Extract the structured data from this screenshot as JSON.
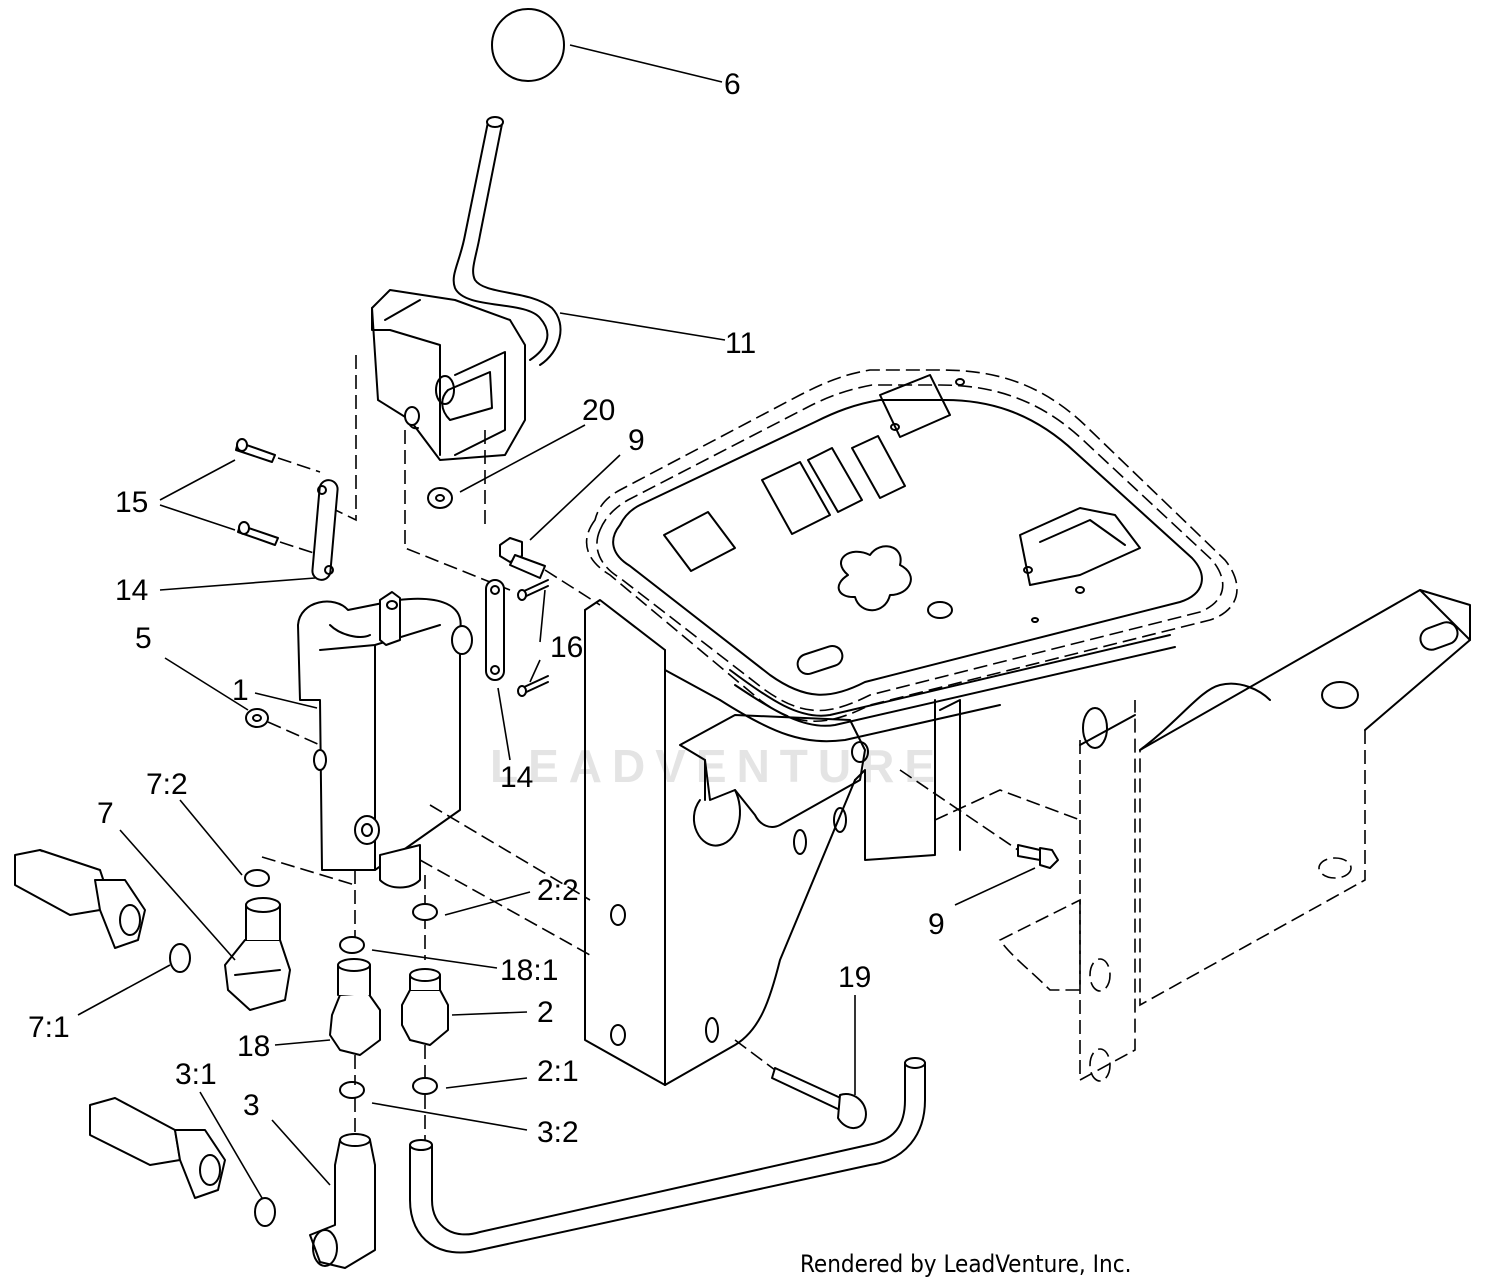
{
  "watermark": "LEADVENTURE",
  "footer": "Rendered by LeadVenture, Inc.",
  "callouts": {
    "c6": "6",
    "c11": "11",
    "c20": "20",
    "c9a": "9",
    "c9b": "9",
    "c15": "15",
    "c14a": "14",
    "c14b": "14",
    "c16": "16",
    "c5": "5",
    "c1": "1",
    "c7_2": "7:2",
    "c7": "7",
    "c7_1": "7:1",
    "c2_2": "2:2",
    "c18_1": "18:1",
    "c2": "2",
    "c18": "18",
    "c3_1": "3:1",
    "c3": "3",
    "c2_1": "2:1",
    "c3_2": "3:2",
    "c19": "19"
  }
}
